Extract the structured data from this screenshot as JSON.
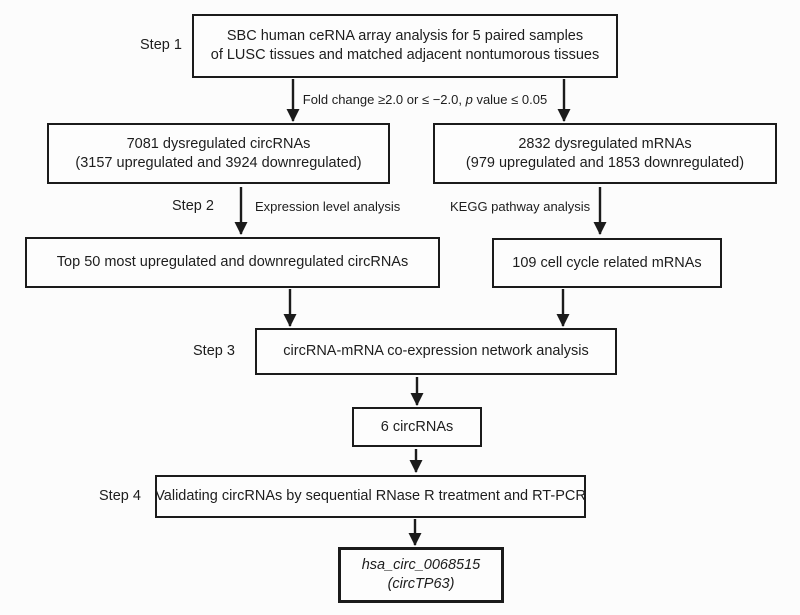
{
  "figure": {
    "type": "flowchart",
    "title": "circRNA screening and validation workflow"
  },
  "steps": {
    "step1": "Step 1",
    "step2": "Step 2",
    "step3": "Step 3",
    "step4": "Step 4"
  },
  "boxes": {
    "array_analysis": {
      "line1": "SBC human ceRNA array analysis for 5 paired samples",
      "line2": "of LUSC tissues and matched adjacent nontumorous tissues"
    },
    "circrnas": {
      "line1": "7081 dysregulated circRNAs",
      "line2": "(3157 upregulated and 3924 downregulated)"
    },
    "mrnas": {
      "line1": "2832 dysregulated mRNAs",
      "line2": "(979 upregulated and 1853 downregulated)"
    },
    "top50": "Top 50 most upregulated and downregulated circRNAs",
    "cellcycle": "109 cell cycle related mRNAs",
    "coexpression": "circRNA-mRNA co-expression network analysis",
    "six_circrnas": "6 circRNAs",
    "validation": "Validating circRNAs by sequential RNase R treatment and RT-PCR",
    "result": {
      "line1": "hsa_circ_0068515",
      "line2": "(circTP63)"
    }
  },
  "labels": {
    "fold_change_pre": "Fold change ≥2.0 or ≤ −2.0, ",
    "fold_change_p": "p",
    "fold_change_post": " value ≤ 0.05",
    "expression": "Expression level analysis",
    "kegg": "KEGG pathway analysis"
  },
  "colors": {
    "background": "#fcfcfc",
    "ink": "#1b1b1b"
  }
}
